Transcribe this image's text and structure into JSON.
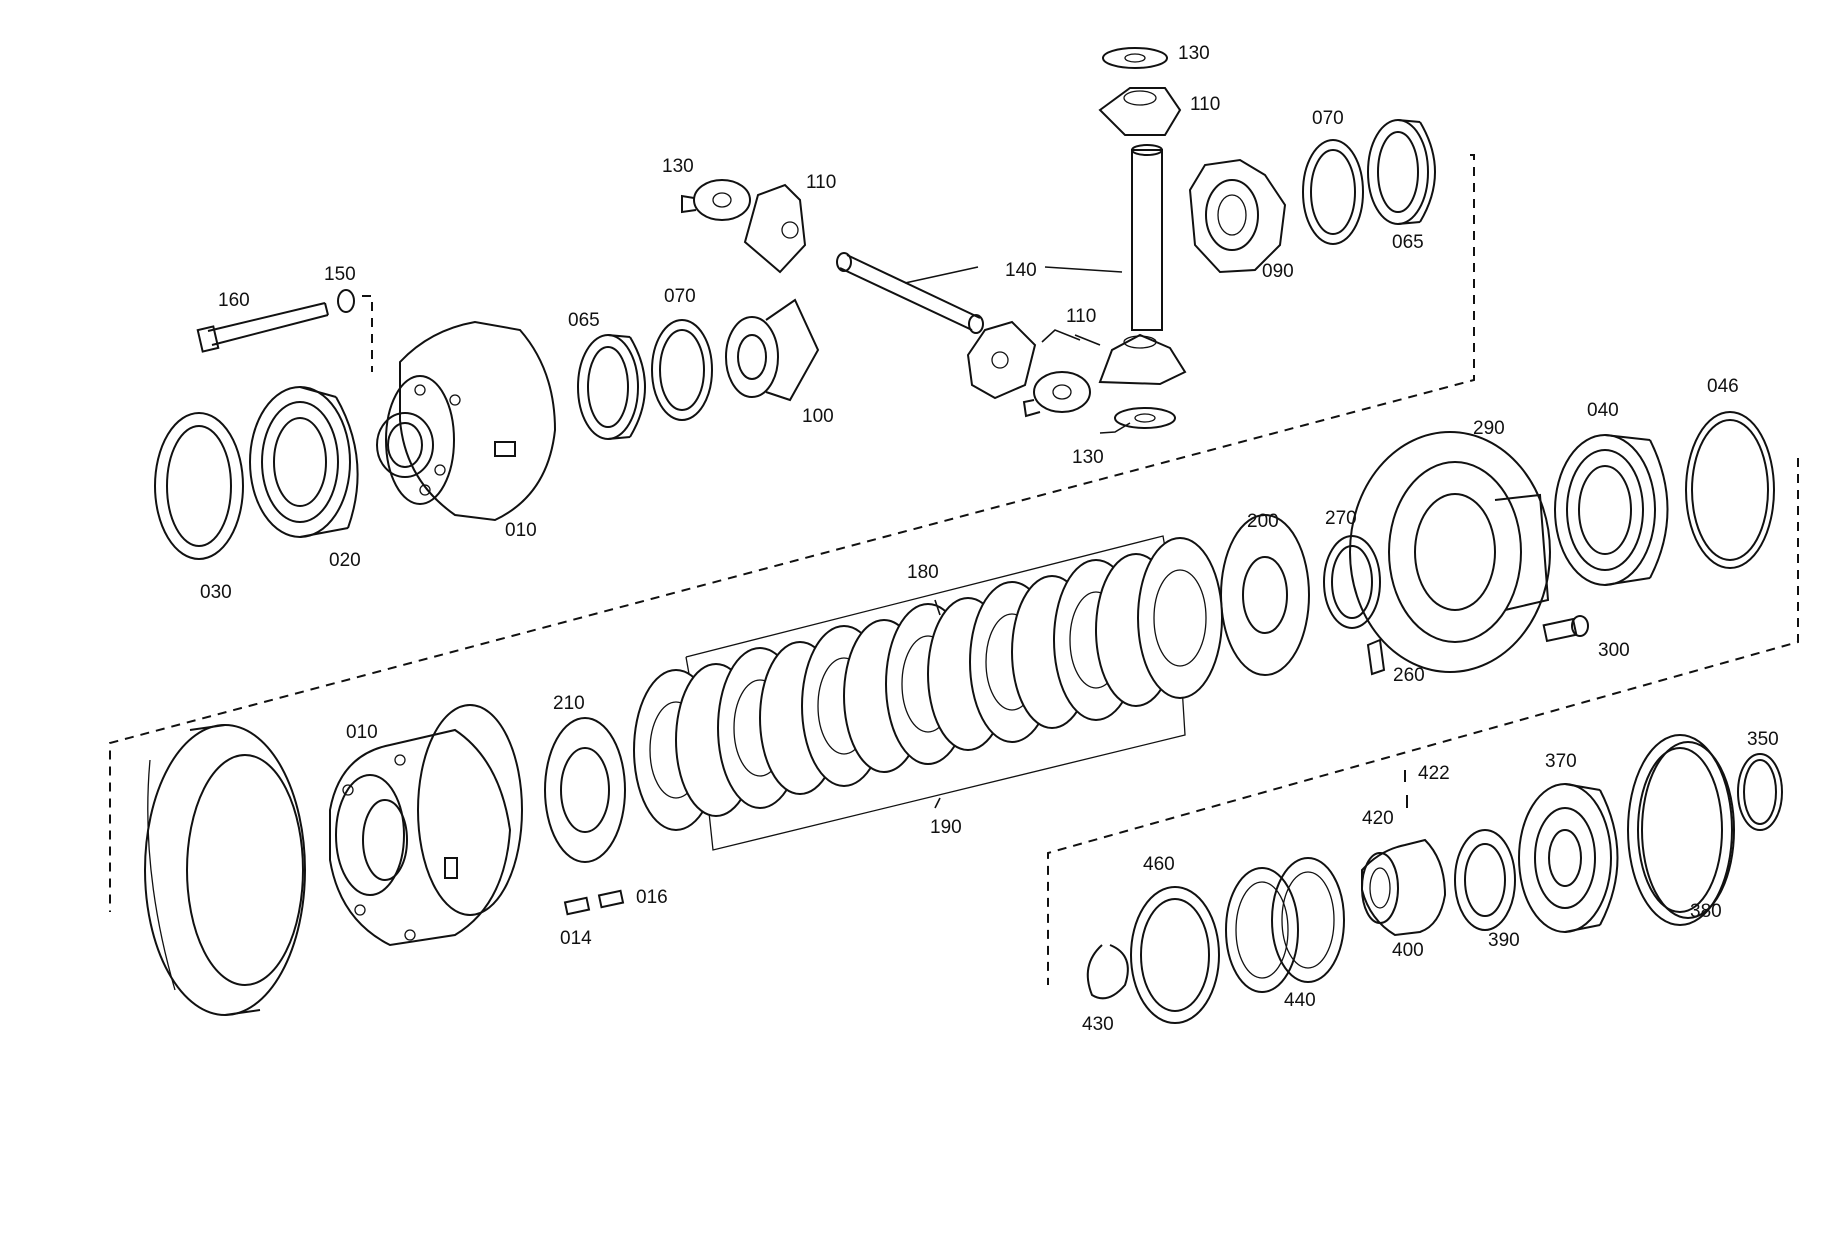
{
  "callouts": [
    {
      "id": "c130a",
      "label": "130"
    },
    {
      "id": "c110a",
      "label": "110"
    },
    {
      "id": "c070a",
      "label": "070"
    },
    {
      "id": "c065a",
      "label": "065"
    },
    {
      "id": "c090",
      "label": "090"
    },
    {
      "id": "c140",
      "label": "140"
    },
    {
      "id": "c130b",
      "label": "130"
    },
    {
      "id": "c110b",
      "label": "110"
    },
    {
      "id": "c110c",
      "label": "110"
    },
    {
      "id": "c130c",
      "label": "130"
    },
    {
      "id": "c100",
      "label": "100"
    },
    {
      "id": "c070b",
      "label": "070"
    },
    {
      "id": "c065b",
      "label": "065"
    },
    {
      "id": "c160",
      "label": "160"
    },
    {
      "id": "c150",
      "label": "150"
    },
    {
      "id": "c010a",
      "label": "010"
    },
    {
      "id": "c020",
      "label": "020"
    },
    {
      "id": "c030",
      "label": "030"
    },
    {
      "id": "c290",
      "label": "290"
    },
    {
      "id": "c040",
      "label": "040"
    },
    {
      "id": "c046",
      "label": "046"
    },
    {
      "id": "c200",
      "label": "200"
    },
    {
      "id": "c270",
      "label": "270"
    },
    {
      "id": "c260",
      "label": "260"
    },
    {
      "id": "c300",
      "label": "300"
    },
    {
      "id": "c180",
      "label": "180"
    },
    {
      "id": "c190",
      "label": "190"
    },
    {
      "id": "c210",
      "label": "210"
    },
    {
      "id": "c010b",
      "label": "010"
    },
    {
      "id": "c016",
      "label": "016"
    },
    {
      "id": "c014",
      "label": "014"
    },
    {
      "id": "c422",
      "label": "422"
    },
    {
      "id": "c420",
      "label": "420"
    },
    {
      "id": "c460",
      "label": "460"
    },
    {
      "id": "c370",
      "label": "370"
    },
    {
      "id": "c350",
      "label": "350"
    },
    {
      "id": "c380",
      "label": "380"
    },
    {
      "id": "c390",
      "label": "390"
    },
    {
      "id": "c400",
      "label": "400"
    },
    {
      "id": "c440",
      "label": "440"
    },
    {
      "id": "c430",
      "label": "430"
    }
  ]
}
